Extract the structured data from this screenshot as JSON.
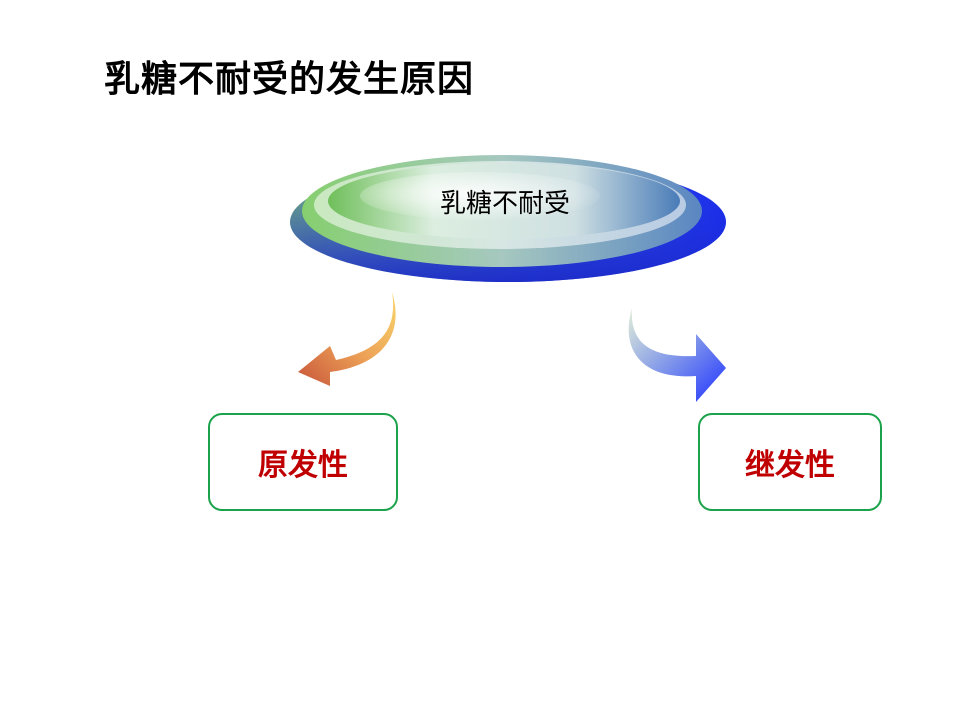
{
  "title": "乳糖不耐受的发生原因",
  "root": {
    "label": "乳糖不耐受"
  },
  "branches": [
    {
      "label": "原发性"
    },
    {
      "label": "继发性"
    }
  ],
  "colors": {
    "box_border": "#1aa34a",
    "branch_text": "#c00000",
    "ellipse_green": "#7cc36b",
    "ellipse_blue": "#2233e8",
    "arrow_left_start": "#f5d36a",
    "arrow_left_end": "#c8553a",
    "arrow_right_start": "#d9ead0",
    "arrow_right_end": "#1f33ff"
  }
}
